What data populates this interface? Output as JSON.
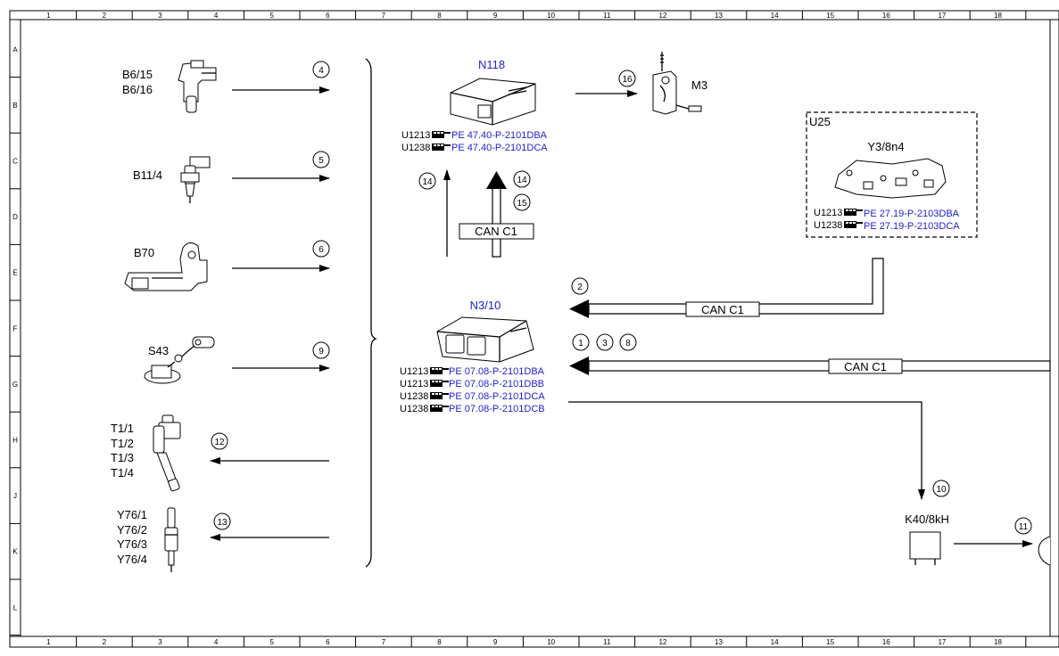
{
  "grid": {
    "columns": [
      "1",
      "2",
      "3",
      "4",
      "5",
      "6",
      "7",
      "8",
      "9",
      "10",
      "11",
      "12",
      "13",
      "14",
      "15",
      "16",
      "17",
      "18"
    ],
    "rows": [
      "A",
      "B",
      "C",
      "D",
      "E",
      "F",
      "G",
      "H",
      "J",
      "K",
      "L"
    ]
  },
  "sensors": {
    "b6": {
      "line1": "B6/15",
      "line2": "B6/16",
      "circle": "4"
    },
    "b11": {
      "label": "B11/4",
      "circle": "5"
    },
    "b70": {
      "label": "B70",
      "circle": "6"
    },
    "s43": {
      "label": "S43",
      "circle": "9"
    },
    "t1": {
      "lines": [
        "T1/1",
        "T1/2",
        "T1/3",
        "T1/4"
      ],
      "circle": "12"
    },
    "y76": {
      "lines": [
        "Y76/1",
        "Y76/2",
        "Y76/3",
        "Y76/4"
      ],
      "circle": "13"
    }
  },
  "n118": {
    "title": "N118",
    "refs": [
      {
        "code": "U1213",
        "doc": "PE 47.40-P-2101DBA"
      },
      {
        "code": "U1238",
        "doc": "PE 47.40-P-2101DCA"
      }
    ],
    "circle_up_left": "14",
    "circle_up_right_1": "14",
    "circle_up_right_2": "15",
    "can_label": "CAN C1"
  },
  "m3": {
    "label": "M3",
    "circle": "16"
  },
  "u25": {
    "box_label": "U25",
    "title": "Y3/8n4",
    "refs": [
      {
        "code": "U1213",
        "doc": "PE 27.19-P-2103DBA"
      },
      {
        "code": "U1238",
        "doc": "PE 27.19-P-2103DCA"
      }
    ]
  },
  "can_links": {
    "upper": {
      "label": "CAN C1",
      "circle": "2"
    },
    "lower": {
      "label": "CAN C1",
      "circles": [
        "1",
        "3",
        "8"
      ]
    }
  },
  "n3": {
    "title": "N3/10",
    "refs": [
      {
        "code": "U1213",
        "doc": "PE 07.08-P-2101DBA"
      },
      {
        "code": "U1213",
        "doc": "PE 07.08-P-2101DBB"
      },
      {
        "code": "U1238",
        "doc": "PE 07.08-P-2101DCA"
      },
      {
        "code": "U1238",
        "doc": "PE 07.08-P-2101DCB"
      }
    ]
  },
  "k40": {
    "label": "K40/8kH",
    "circle_in": "10",
    "circle_out": "11"
  }
}
